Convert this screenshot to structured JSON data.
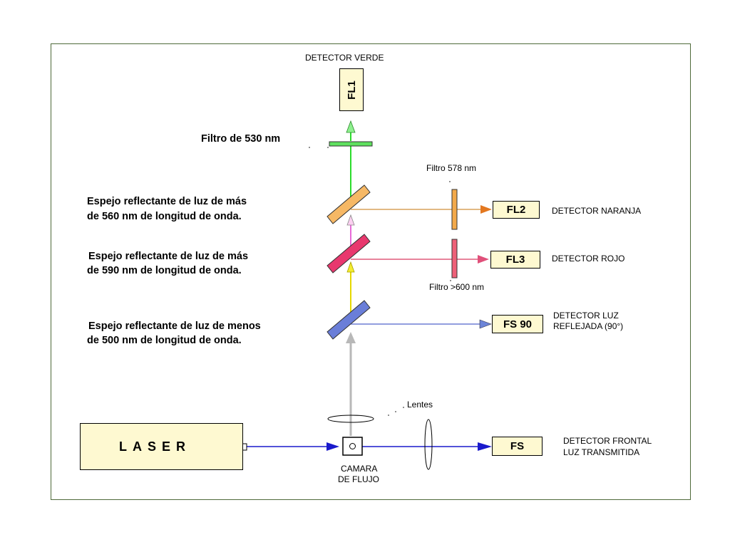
{
  "colors": {
    "frame": "#4f6a3a",
    "box_fill": "#fef9d1",
    "green": "#2bdc2b",
    "orange": "#d9a25a",
    "pink": "#e05a7a",
    "yellow": "#e6d800",
    "grey": "#b8b8b8",
    "blue": "#1a1acc",
    "mirror_orange": "#f6b865",
    "mirror_red": "#e8386e",
    "mirror_blue": "#6a7ed8",
    "filter_green": "#5ee05e"
  },
  "labels": {
    "detector_verde": "DETECTOR VERDE",
    "fl1": "FL1",
    "filtro_530": "Filtro de 530 nm",
    "filtro_578": "Filtro 578  nm",
    "espejo1_line1": "Espejo reflectante de luz de más",
    "espejo1_line2": "de 560 nm de longitud de onda.",
    "fl2": "FL2",
    "detector_naranja": "DETECTOR NARANJA",
    "espejo2_line1": "Espejo reflectante de luz de más",
    "espejo2_line2": "de 590 nm de longitud de onda.",
    "fl3": "FL3",
    "detector_rojo": "DETECTOR ROJO",
    "filtro_600": "Filtro >600 nm",
    "espejo3_line1": "Espejo reflectante de luz de menos",
    "espejo3_line2": "de 500 nm de longitud de onda.",
    "fs90": "FS 90",
    "detector_luz_line1": "DETECTOR LUZ",
    "detector_luz_line2": "REFLEJADA (90°)",
    "lentes": "Lentes",
    "laser": "LASER",
    "fs": "FS",
    "camara_line1": "CAMARA",
    "camara_line2": "DE FLUJO",
    "frontal_line1": "DETECTOR FRONTAL",
    "frontal_line2": "LUZ TRANSMITIDA"
  }
}
